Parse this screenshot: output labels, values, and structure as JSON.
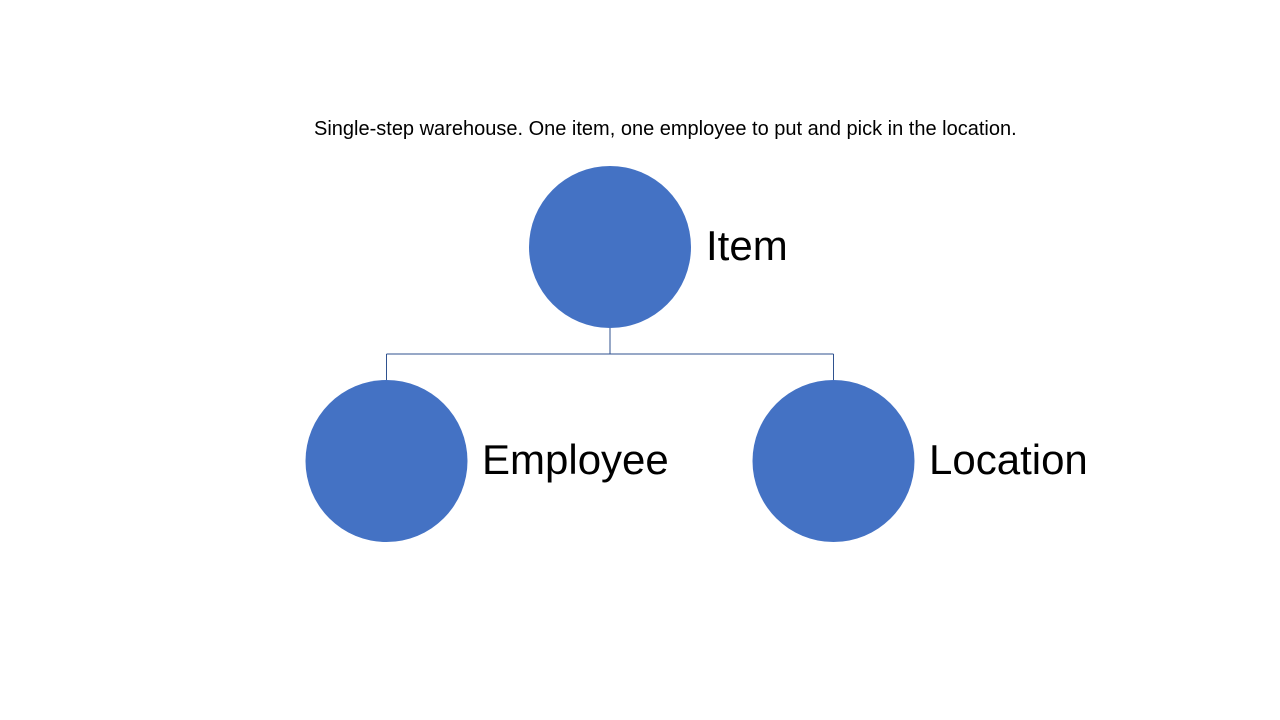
{
  "caption": "Single-step warehouse. One item, one employee to put and pick in the location.",
  "colors": {
    "node_fill": "#4472C4",
    "connector": "#2F528F"
  },
  "nodes": {
    "root": {
      "label": "Item"
    },
    "left": {
      "label": "Employee"
    },
    "right": {
      "label": "Location"
    }
  }
}
